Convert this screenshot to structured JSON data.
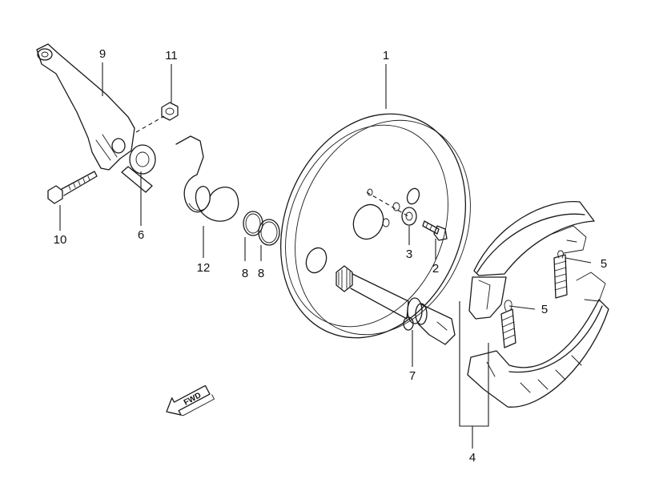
{
  "callouts": {
    "c1": "1",
    "c2": "2",
    "c3": "3",
    "c4": "4",
    "c5a": "5",
    "c5b": "5",
    "c6": "6",
    "c7": "7",
    "c8a": "8",
    "c8b": "8",
    "c9": "9",
    "c10": "10",
    "c11": "11",
    "c12": "12"
  },
  "direction_marker": {
    "text": "FWD"
  }
}
